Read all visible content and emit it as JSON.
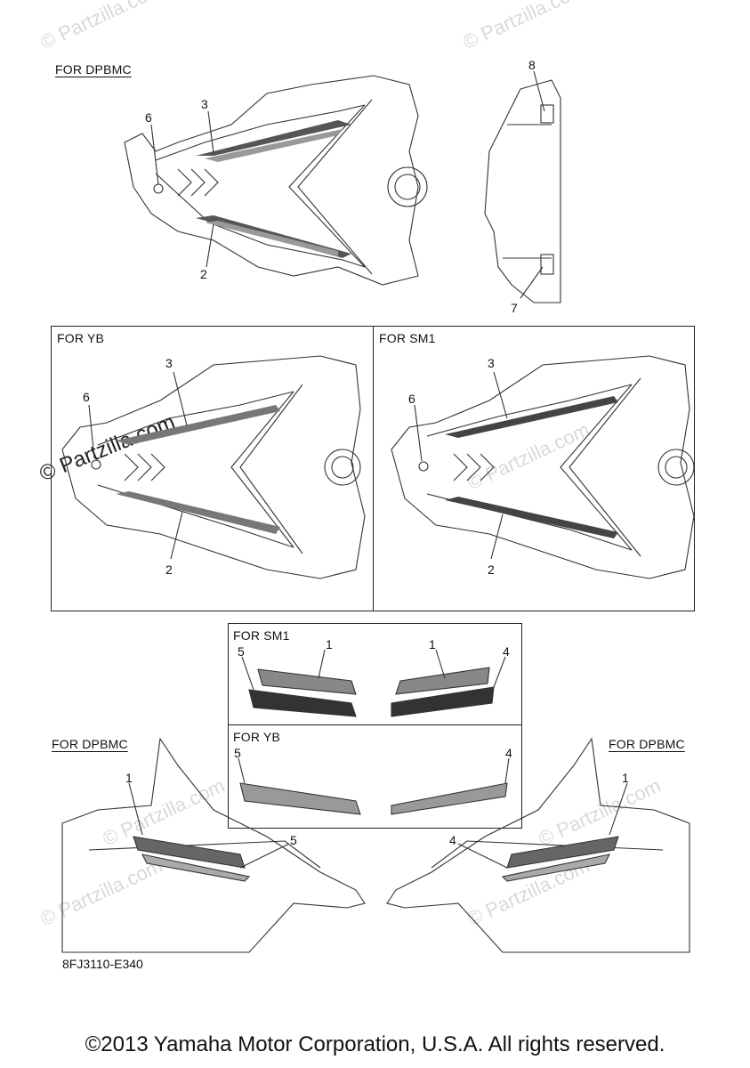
{
  "sections": {
    "top_left": "FOR DPBMC",
    "yb_box": "FOR YB",
    "sm1_box": "FOR SM1",
    "sm1_small": "FOR SM1",
    "yb_small": "FOR YB",
    "bottom_left": "FOR DPBMC",
    "bottom_right": "FOR DPBMC"
  },
  "callouts": {
    "top_6": "6",
    "top_3": "3",
    "top_2": "2",
    "top_8": "8",
    "top_7": "7",
    "yb_3": "3",
    "yb_6": "6",
    "yb_2": "2",
    "sm1_3": "3",
    "sm1_6": "6",
    "sm1_2": "2",
    "s_sm1_1a": "1",
    "s_sm1_5": "5",
    "s_sm1_1b": "1",
    "s_sm1_4": "4",
    "s_yb_5": "5",
    "s_yb_4": "4",
    "bl_1": "1",
    "bl_5": "5",
    "br_1": "1",
    "br_4": "4"
  },
  "diagram_code": "8FJ3110-E340",
  "watermark": "© Partzilla.com",
  "copyright": "©2013 Yamaha Motor Corporation, U.S.A. All rights reserved."
}
